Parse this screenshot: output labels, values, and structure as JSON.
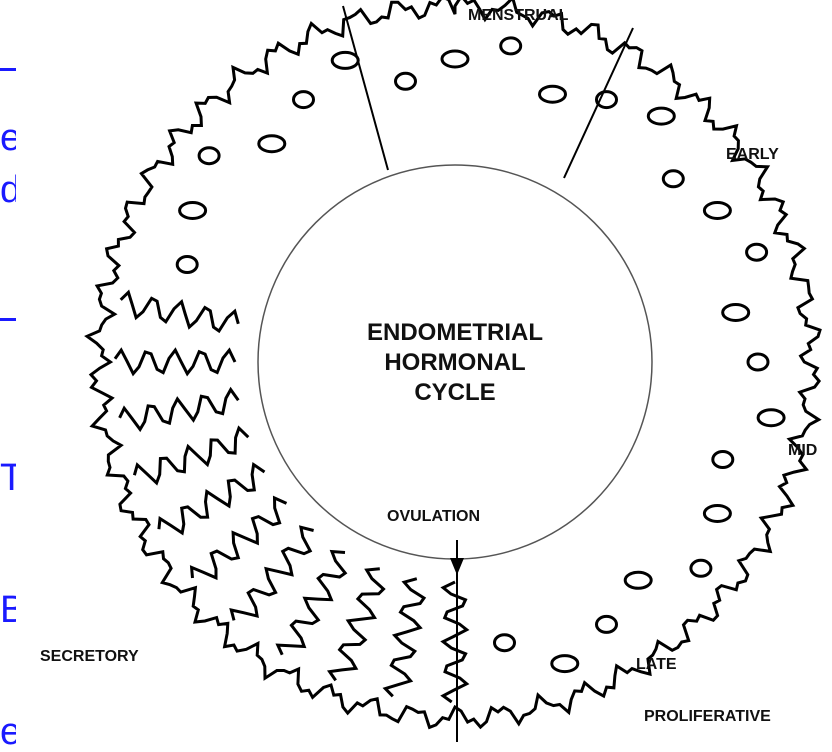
{
  "diagram": {
    "center_label": [
      "ENDOMETRIAL",
      "HORMONAL",
      "CYCLE"
    ],
    "phase_labels": {
      "menstrual": "MENSTRUAL",
      "early": "EARLY",
      "mid": "MID",
      "late": "LATE",
      "proliferative": "PROLIFERATIVE",
      "secretory": "SECRETORY",
      "ovulation": "OVULATION"
    }
  },
  "left_fragments": [
    "e",
    "d",
    "T",
    "B",
    "e"
  ],
  "colors": {
    "outline": "#000000",
    "text": "#111111",
    "fragment_blue": "#1a1aff",
    "background": "#ffffff"
  }
}
